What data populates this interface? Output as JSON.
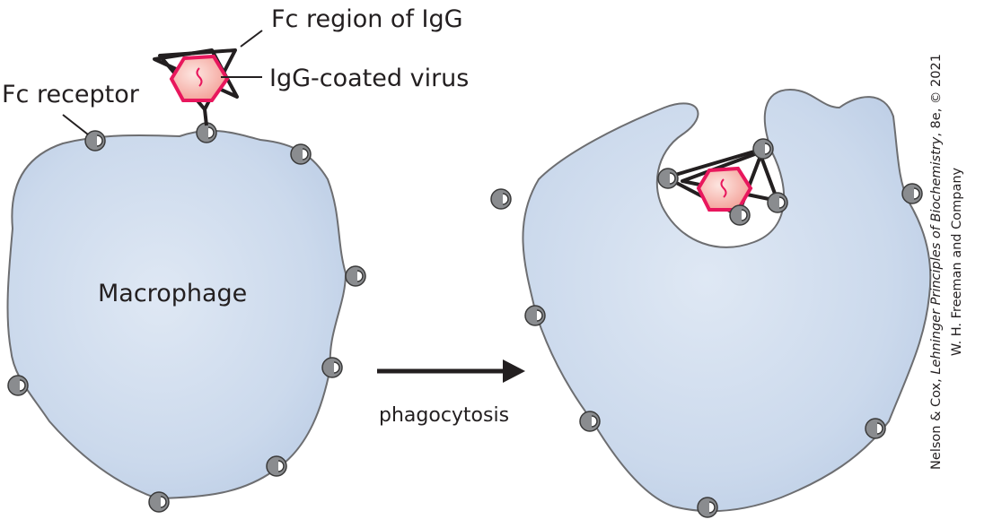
{
  "labels": {
    "fc_region": "Fc region of IgG",
    "igg_virus": "IgG-coated virus",
    "fc_receptor": "Fc receptor",
    "macrophage": "Macrophage",
    "process": "phagocytosis"
  },
  "credit": {
    "authors": "Nelson & Cox, ",
    "book": "Lehninger Principles of Biochemistry",
    "edition": ", 8e, © 2021",
    "publisher": "W. H. Freeman and Company"
  },
  "colors": {
    "cell_fill": "#c9d8ec",
    "cell_stroke": "#6d6e71",
    "receptor": "#8a8c8f",
    "virus_edge": "#e8175d",
    "virus_fill": "#f6a9a0",
    "antibody": "#231f20",
    "arrow": "#231f20"
  }
}
